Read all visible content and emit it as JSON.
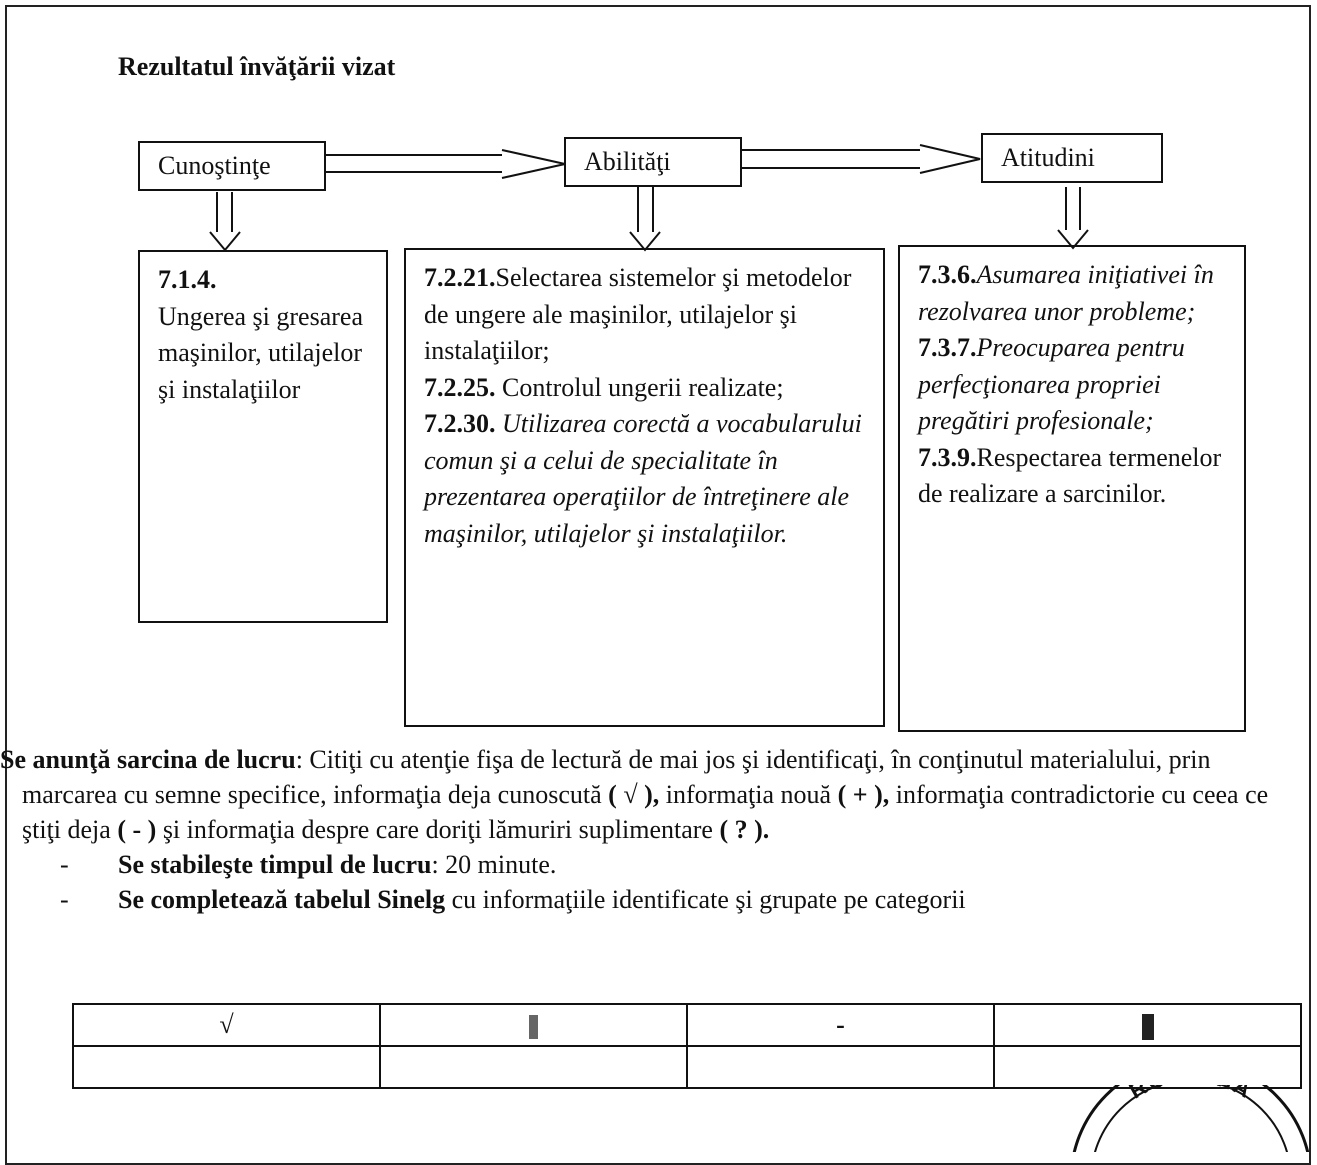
{
  "title": "Rezultatul învăţării vizat",
  "categories": {
    "cunostinte": "Cunoştinţe",
    "abilitati": "Abilităţi",
    "atitudini": "Atitudini"
  },
  "cunostinte_box": {
    "code": "7.1.4.",
    "text": "Ungerea şi gresarea maşinilor, utilajelor şi instalaţiilor"
  },
  "abilitati_box": [
    {
      "code": "7.2.21.",
      "text": "Selectarea sistemelor şi metodelor de ungere ale maşinilor, utilajelor şi instalaţiilor;",
      "italic": false
    },
    {
      "code": "7.2.25.",
      "text": " Controlul ungerii realizate;",
      "italic": false
    },
    {
      "code": "7.2.30.",
      "text": " Utilizarea corectă a vocabularului comun şi a celui de specialitate în prezentarea operaţiilor de întreţinere ale maşinilor, utilajelor şi instalaţiilor.",
      "italic": true
    }
  ],
  "atitudini_box": [
    {
      "code": "7.3.6.",
      "text": "Asumarea iniţiativei în rezolvarea unor probleme;",
      "italic": true
    },
    {
      "code": "7.3.7.",
      "text": "Preocuparea pentru perfecţionarea propriei pregătiri profesionale;",
      "italic": true
    },
    {
      "code": "7.3.9.",
      "text": "Respectarea termenelor de realizare a sarcinilor.",
      "italic": false
    }
  ],
  "task": {
    "label": "Se anunţă sarcina de lucru",
    "body_part1": ": Citiţi cu atenţie fişa de lectură de mai jos şi identificaţi, în conţinutul materialului, prin marcarea cu semne specifice, informaţia deja cunoscută ",
    "sign_known": "( √ ),",
    "body_part2": " informaţia nouă ",
    "sign_new": "( + ),",
    "body_part3": " informaţia contradictorie cu ceea ce ştiţi deja ",
    "sign_contra": "( - )",
    "body_part4": " şi informaţia despre care doriţi lămuriri suplimentare ",
    "sign_question": "( ? )."
  },
  "bullets": [
    {
      "dash": "-",
      "bold": "Se stabileşte timpul de lucru",
      "text": ": 20 minute."
    },
    {
      "dash": "-",
      "bold": "Se completează tabelul Sinelg",
      "text": " cu informaţiile identificate şi grupate pe categorii"
    }
  ],
  "sinelg_table": {
    "headers": [
      "√",
      "",
      "-",
      ""
    ],
    "rows": [
      [
        "",
        "",
        "",
        ""
      ]
    ]
  },
  "stamp": {
    "text": "ROMÂNIA"
  }
}
